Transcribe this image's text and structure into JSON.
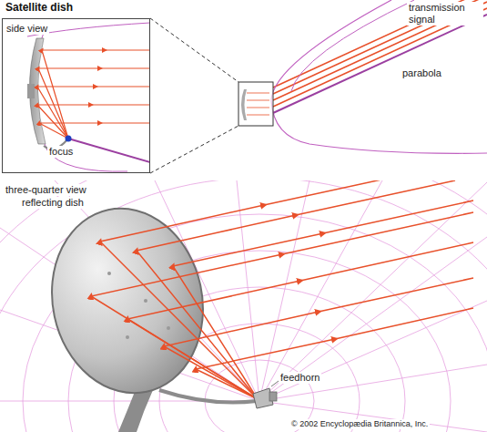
{
  "diagram": {
    "title": "Satellite dish",
    "nodes": [
      {
        "text": [
          "side view"
        ]
      }
    ],
    "labels": [
      "focus",
      "transmission signal",
      "parabola",
      "three-quarter view",
      "reflecting dish",
      "feedhorn",
      "© 2002 Encyclopædia Britannica, Inc."
    ]
  }
}
